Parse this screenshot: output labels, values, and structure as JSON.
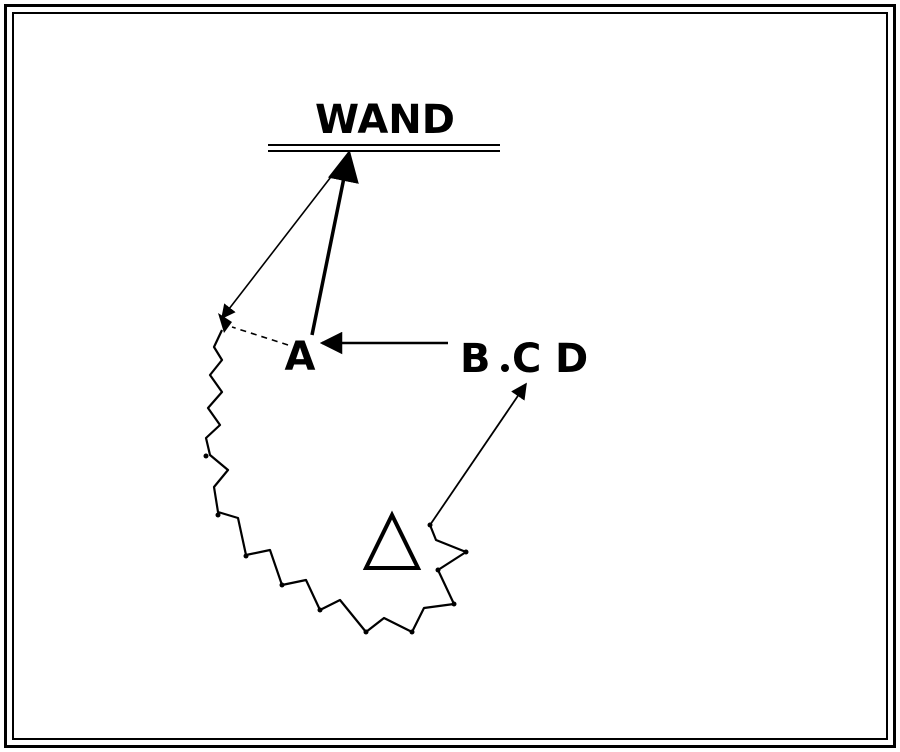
{
  "diagram": {
    "wall_label": "WAND",
    "point_a": "A",
    "point_b": "B",
    "point_c": "C",
    "point_d": "D"
  }
}
